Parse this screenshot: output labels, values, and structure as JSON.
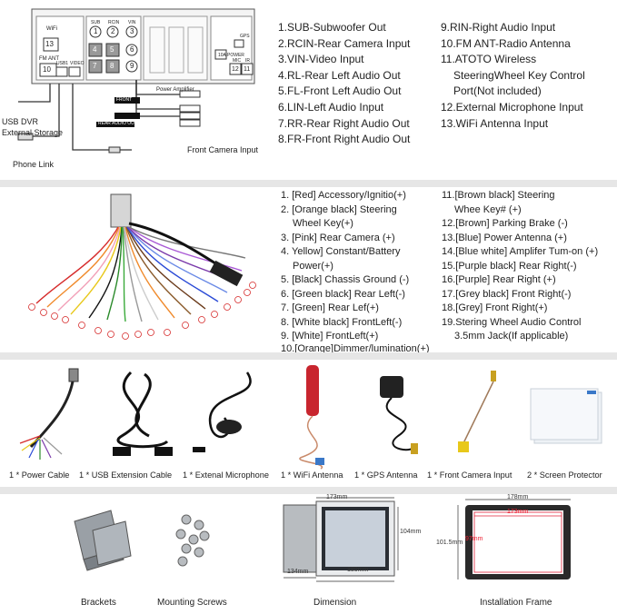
{
  "section1": {
    "left_labels": {
      "usb_dvr": "USB DVR",
      "external_storage": "External Storage",
      "phone_link": "Phone Link",
      "front_camera_input": "Front Camera Input",
      "power_amplifier": "Power Amplifier",
      "front": "FRONT",
      "rear_audio_out": "REAR AUDIO OUT"
    },
    "panel": {
      "wifi": "WiFi",
      "n13": "13",
      "fm_ant": "FM ANT",
      "n10": "10",
      "usb1": "USB1",
      "video": "VIDEO",
      "gps": "GPS",
      "mic": "MIC",
      "ir": "IR",
      "n12": "12",
      "n11": "11",
      "n10a": "10A",
      "power": "POWER",
      "sub": "SUB",
      "rcin": "RCIN",
      "vin": "VIN",
      "nums": [
        "1",
        "2",
        "3",
        "4",
        "5",
        "6",
        "7",
        "8",
        "9"
      ]
    },
    "col1": [
      "1.SUB-Subwoofer Out",
      "2.RCIN-Rear Camera Input",
      "3.VIN-Video Input",
      "4.RL-Rear Left Audio Out",
      "5.FL-Front Left Audio Out",
      "6.LIN-Left Audio Input",
      "7.RR-Rear Right Audio Out",
      "8.FR-Front Right Audio Out"
    ],
    "col2": [
      "9.RIN-Right Audio Input",
      "10.FM ANT-Radio Antenna",
      "11.ATOTO Wireless",
      "SteeringWheel Key Control",
      "Port(Not included)",
      "12.External Microphone Input",
      "13.WiFi Antenna Input"
    ]
  },
  "section2": {
    "col1": [
      "1. [Red] Accessory/Ignitio(+)",
      "2. [Orange black] Steering",
      "Wheel Key(+)",
      "3. [Pink] Rear Camera (+)",
      "4. Yellow] Constant/Battery",
      "Power(+)",
      "5. [Black] Chassis Ground (-)",
      "6. [Green black] Rear Left(-)",
      "7. [Green] Rear Lef(+)",
      "8. [White black] FrontLeft(-)",
      "9. [White] FrontLeft(+)",
      "10.[Orange]Dimmer/lumination(+)"
    ],
    "col2": [
      "11.[Brown black] Steering",
      "Whee Key# (+)",
      "12.[Brown] Parking Brake (-)",
      "13.[Blue] Power Antenna (+)",
      "14.[Blue white] Amplifer Tum-on (+)",
      "15.[Purple black] Rear Right(-)",
      "16.[Purple] Rear Right (+)",
      "17.[Grey black] Front Right(-)",
      "18.[Grey] Front Right(+)",
      "19.Stering Wheel Audio Control",
      "3.5mm Jack(If applicable)"
    ]
  },
  "section3": {
    "captions": [
      "1 * Power Cable",
      "1 * USB Extension Cable",
      "1 * Extenal Microphone",
      "1 * WiFi Antenna",
      "1 * GPS Antenna",
      "1 * Front Camera Input",
      "2 * Screen Protector"
    ]
  },
  "section4": {
    "captions": [
      "Brackets",
      "Mounting Screws",
      "Dimension",
      "Installation Frame"
    ],
    "dims": {
      "d173": "173mm",
      "d104": "104mm",
      "d134": "134mm",
      "d180": "180mm",
      "d178": "178mm",
      "d173r": "173mm",
      "d1015": "101.5mm",
      "d97": "97mm"
    }
  },
  "colors": {
    "separator": "#e6e6e6",
    "dimension_red": "#e2233a",
    "wire_red": "#d62b2b"
  }
}
